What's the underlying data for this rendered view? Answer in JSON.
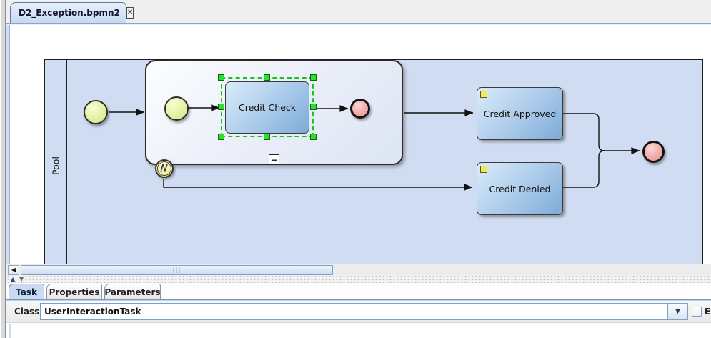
{
  "editor_tab": {
    "title": "D2_Exception.bpmn2"
  },
  "icons": {
    "close": "✕",
    "scroll_left": "◀",
    "collapse_up": "▲",
    "collapse_down": "▼",
    "dropdown": "▼",
    "subprocess_collapse": "−",
    "scroll_grip": "|||"
  },
  "diagram": {
    "pool_label": "Pool",
    "nodes": {
      "credit_check": "Credit Check",
      "credit_approved": "Credit Approved",
      "credit_denied": "Credit Denied"
    },
    "selected_node": "Credit Check"
  },
  "bottom_panel": {
    "tabs": [
      {
        "label": "Task",
        "selected": true
      },
      {
        "label": "Properties",
        "selected": false
      },
      {
        "label": "Parameters",
        "selected": false
      }
    ],
    "class_label": "Class",
    "class_value": "UserInteractionTask",
    "checkbox_label": "Ex"
  },
  "colors": {
    "pool_fill": "#d0dcf2",
    "task_gradient_start": "#d9ecfa",
    "task_gradient_end": "#7cabd8",
    "selection_green": "#2ee02e",
    "start_event_fill": "#e7f3ab",
    "end_event_fill": "#f2abab",
    "boundary_event_fill": "#f1ea96",
    "selected_tab_fill": "#c9dbf2"
  }
}
